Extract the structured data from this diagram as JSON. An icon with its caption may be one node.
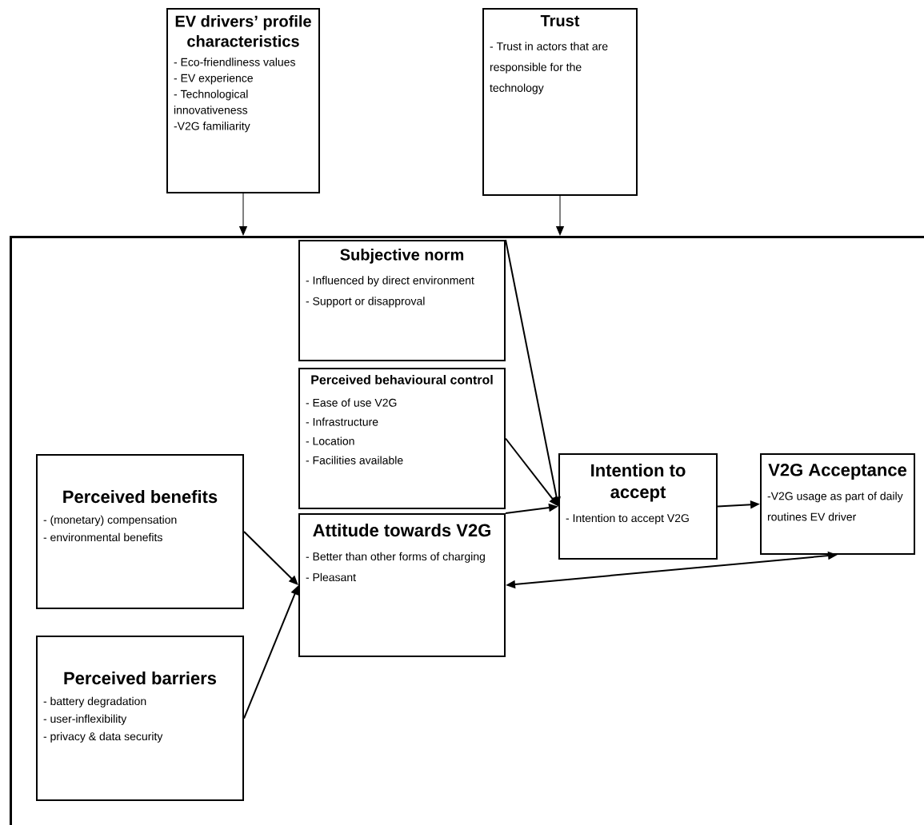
{
  "diagram": {
    "nodes": [
      {
        "text": [
          "EV drivers’ profile characteristics",
          "- Eco-friendliness values",
          "- EV experience",
          "- Technological innovativeness",
          "-V2G familiarity"
        ]
      },
      {
        "text": [
          "Trust",
          "- Trust in actors that are responsible for the technology"
        ]
      },
      {
        "text": [],
        "shape": "box"
      },
      {
        "text": [
          "Subjective norm",
          "- Influenced by direct environment",
          "- Support or disapproval"
        ],
        "in": 2
      },
      {
        "text": [
          "Perceived behavioural control",
          "- Ease of use V2G",
          "- Infrastructure",
          "- Location",
          "- Facilities available"
        ],
        "in": 2
      },
      {
        "text": [
          "Perceived benefits",
          "- (monetary) compensation",
          "- environmental benefits"
        ],
        "in": 2
      },
      {
        "text": [
          "Attitude towards V2G",
          "- Better than other forms of charging",
          "- Pleasant"
        ],
        "in": 2
      },
      {
        "text": [
          "Intention to accept",
          "- Intention to accept V2G"
        ],
        "in": 2
      },
      {
        "text": [
          "V2G Acceptance",
          "-V2G usage as part of daily routines EV driver"
        ],
        "in": 2
      },
      {
        "text": [
          "Perceived barriers",
          "- battery degradation",
          "- user-inflexibility",
          "- privacy & data security"
        ],
        "in": 2
      }
    ],
    "edges": [
      {
        "from": 0,
        "to": 2,
        "arrow": "to"
      },
      {
        "from": 1,
        "to": 2,
        "arrow": "to"
      },
      {
        "from": 3,
        "to": 7,
        "arrow": "to"
      },
      {
        "from": 4,
        "to": 7,
        "arrow": "to"
      },
      {
        "from": 6,
        "to": 7,
        "arrow": "to"
      },
      {
        "from": 7,
        "to": 8,
        "arrow": "to"
      },
      {
        "from": 6,
        "to": 8,
        "arrow": "both"
      },
      {
        "from": 5,
        "to": 6,
        "arrow": "to"
      },
      {
        "from": 9,
        "to": 6,
        "arrow": "to"
      }
    ]
  }
}
